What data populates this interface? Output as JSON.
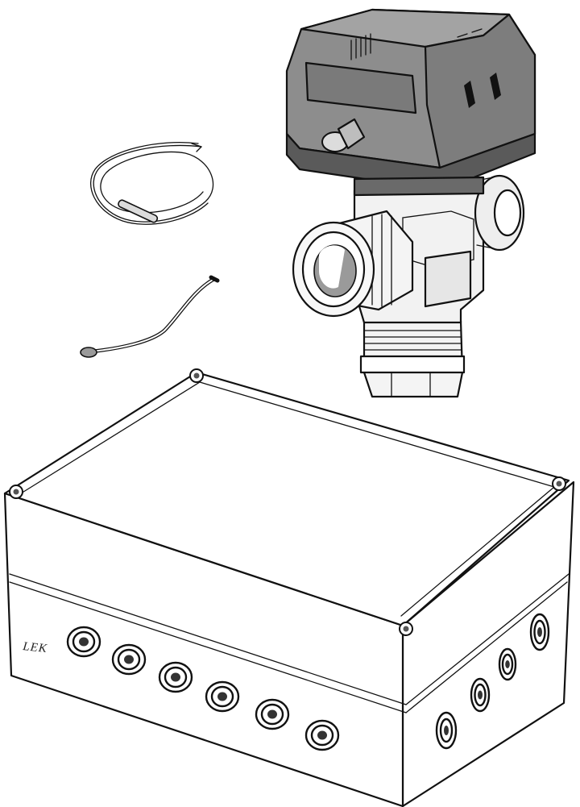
{
  "brand": {
    "text": "LEK"
  },
  "colors": {
    "actuator_body": "#8d8d8d",
    "actuator_band": "#5a5a5a",
    "valve_body": "#f2f2f2",
    "box_body": "#ffffff",
    "outline": "#111111"
  },
  "parts": [
    {
      "name": "valve-actuator",
      "icon": "valve-actuator-icon"
    },
    {
      "name": "three-way-valve",
      "icon": "valve-icon"
    },
    {
      "name": "immersion-sensor",
      "icon": "sensor-probe-icon"
    },
    {
      "name": "surface-sensor",
      "icon": "sensor-bulb-icon"
    },
    {
      "name": "control-box",
      "icon": "junction-box-icon"
    }
  ]
}
